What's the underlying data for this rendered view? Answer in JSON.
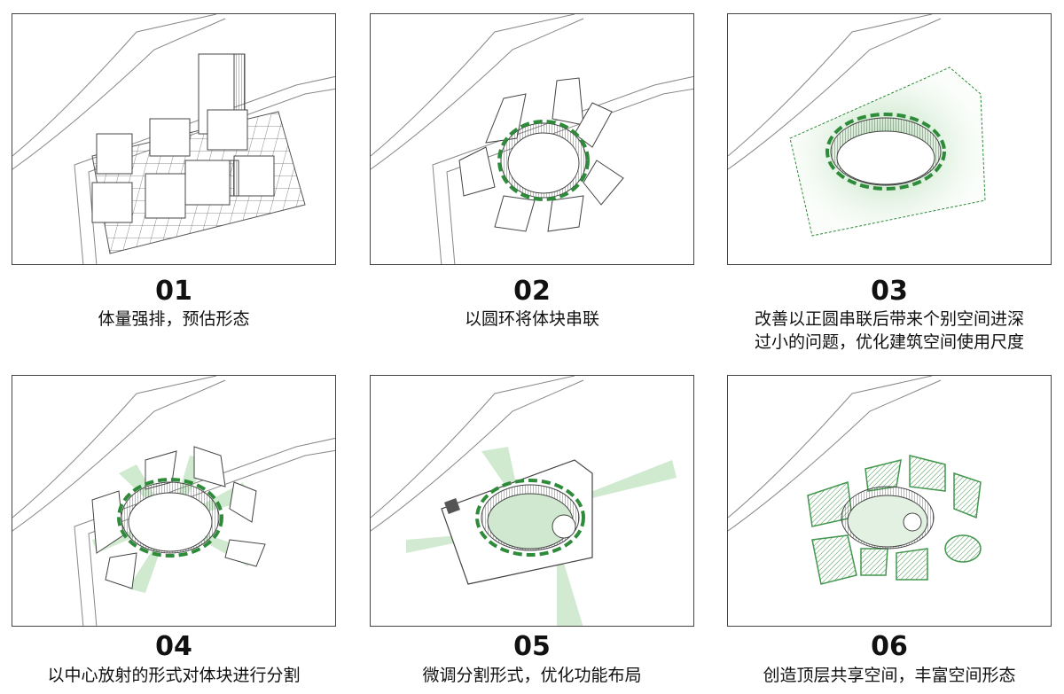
{
  "steps": [
    {
      "number": "01",
      "caption": [
        "体量强排，预估形态"
      ]
    },
    {
      "number": "02",
      "caption": [
        "以圆环将体块串联"
      ]
    },
    {
      "number": "03",
      "caption": [
        "改善以正圆串联后带来个别空间进深",
        "过小的问题，优化建筑空间使用尺度"
      ]
    },
    {
      "number": "04",
      "caption": [
        "以中心放射的形式对体块进行分割"
      ]
    },
    {
      "number": "05",
      "caption": [
        "微调分割形式，优化功能布局"
      ]
    },
    {
      "number": "06",
      "caption": [
        "创造顶层共享空间，丰富空间形态"
      ]
    }
  ],
  "colors": {
    "accent": "#2e8b3a",
    "line": "#444444",
    "fill_green": "#cfe8cf"
  }
}
